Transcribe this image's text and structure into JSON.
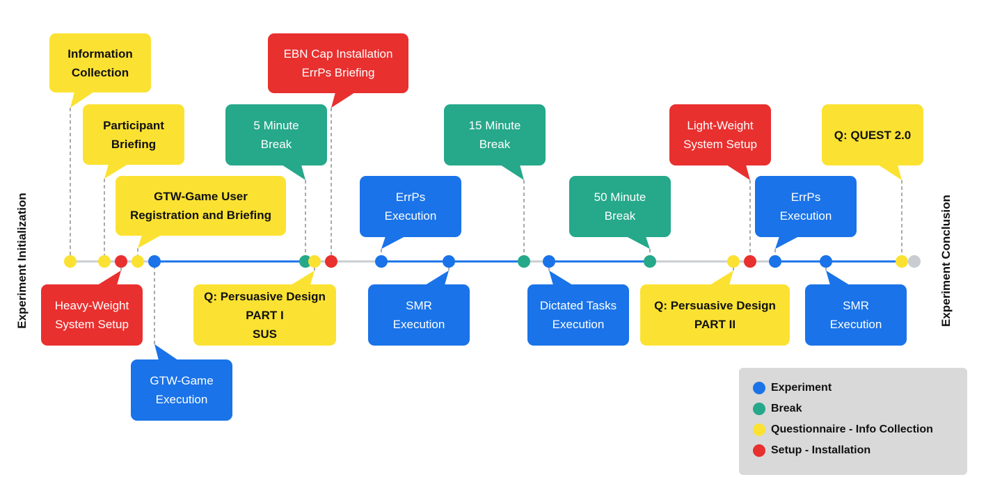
{
  "side_labels": {
    "left": "Experiment Initialization",
    "right": "Experiment Conclusion"
  },
  "colors": {
    "experiment": "#1a73e8",
    "break": "#26a88a",
    "questionnaire": "#fbe232",
    "setup": "#e8302f",
    "baseline": "#c9cdd1"
  },
  "callouts": [
    {
      "id": "information-collection",
      "category": "questionnaire",
      "lines": [
        "Information",
        "Collection"
      ]
    },
    {
      "id": "participant-briefing",
      "category": "questionnaire",
      "lines": [
        "Participant",
        "Briefing"
      ]
    },
    {
      "id": "gtw-registration",
      "category": "questionnaire",
      "lines": [
        "GTW-Game User",
        "Registration and Briefing"
      ]
    },
    {
      "id": "heavy-weight-setup",
      "category": "setup",
      "lines": [
        "Heavy-Weight",
        "System Setup"
      ]
    },
    {
      "id": "gtw-execution",
      "category": "experiment",
      "lines": [
        "GTW-Game",
        "Execution"
      ]
    },
    {
      "id": "break-5",
      "category": "break",
      "lines": [
        "5 Minute",
        "Break"
      ]
    },
    {
      "id": "persuasive-part1",
      "category": "questionnaire",
      "lines": [
        "Q: Persuasive Design",
        "PART I",
        "SUS"
      ]
    },
    {
      "id": "ebn-cap",
      "category": "setup",
      "lines": [
        "EBN Cap Installation",
        "ErrPs Briefing"
      ]
    },
    {
      "id": "errps-execution-1",
      "category": "experiment",
      "lines": [
        "ErrPs",
        "Execution"
      ]
    },
    {
      "id": "smr-execution-1",
      "category": "experiment",
      "lines": [
        "SMR",
        "Execution"
      ]
    },
    {
      "id": "break-15",
      "category": "break",
      "lines": [
        "15 Minute",
        "Break"
      ]
    },
    {
      "id": "dictated-tasks",
      "category": "experiment",
      "lines": [
        "Dictated Tasks",
        "Execution"
      ]
    },
    {
      "id": "break-50",
      "category": "break",
      "lines": [
        "50 Minute",
        "Break"
      ]
    },
    {
      "id": "persuasive-part2",
      "category": "questionnaire",
      "lines": [
        "Q: Persuasive Design",
        "PART II"
      ]
    },
    {
      "id": "light-weight-setup",
      "category": "setup",
      "lines": [
        "Light-Weight",
        "System Setup"
      ]
    },
    {
      "id": "errps-execution-2",
      "category": "experiment",
      "lines": [
        "ErrPs",
        "Execution"
      ]
    },
    {
      "id": "smr-execution-2",
      "category": "experiment",
      "lines": [
        "SMR",
        "Execution"
      ]
    },
    {
      "id": "quest",
      "category": "questionnaire",
      "lines": [
        "Q: QUEST 2.0"
      ]
    }
  ],
  "timeline_points": [
    {
      "category": "questionnaire"
    },
    {
      "category": "questionnaire"
    },
    {
      "category": "setup"
    },
    {
      "category": "questionnaire"
    },
    {
      "category": "experiment"
    },
    {
      "category": "break"
    },
    {
      "category": "questionnaire"
    },
    {
      "category": "setup"
    },
    {
      "category": "experiment"
    },
    {
      "category": "experiment"
    },
    {
      "category": "break"
    },
    {
      "category": "experiment"
    },
    {
      "category": "break"
    },
    {
      "category": "questionnaire"
    },
    {
      "category": "setup"
    },
    {
      "category": "experiment"
    },
    {
      "category": "experiment"
    },
    {
      "category": "questionnaire"
    },
    {
      "category": "end"
    }
  ],
  "legend": [
    {
      "category": "experiment",
      "label": "Experiment"
    },
    {
      "category": "break",
      "label": "Break"
    },
    {
      "category": "questionnaire",
      "label": "Questionnaire - Info Collection"
    },
    {
      "category": "setup",
      "label": "Setup - Installation"
    }
  ]
}
